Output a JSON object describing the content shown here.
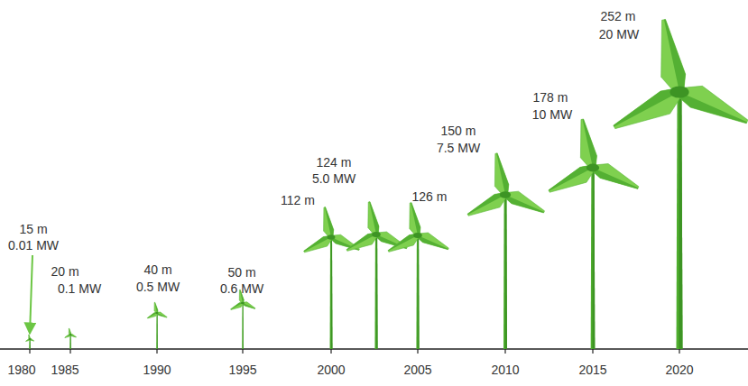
{
  "diagram": {
    "labels": [
      "15 m",
      "0.01 MW",
      "20 m",
      "0.1 MW",
      "40 m",
      "0.5 MW",
      "50 m",
      "0.6 MW",
      "112 m",
      "124 m",
      "5.0 MW",
      "126 m",
      "150 m",
      "7.5 MW",
      "178 m",
      "10 MW",
      "252 m",
      "20 MW",
      "1980",
      "1985",
      "1990",
      "1995",
      "2000",
      "2005",
      "2010",
      "2015",
      "2020"
    ]
  }
}
